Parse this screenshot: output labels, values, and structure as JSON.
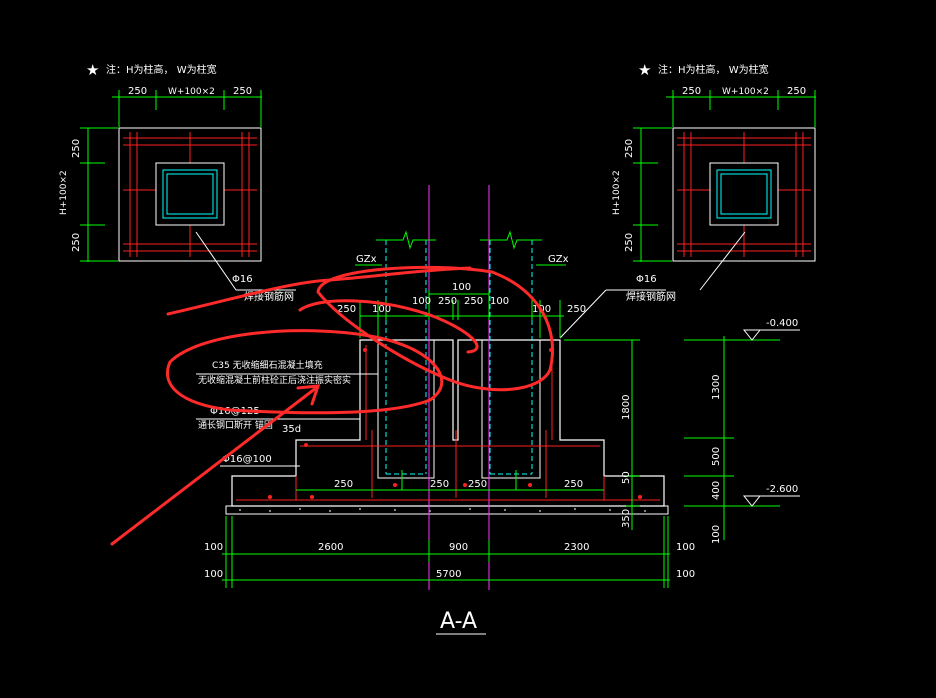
{
  "notes": {
    "left_title": "注：H为柱高， W为柱宽",
    "right_title": "注：H为柱高， W为柱宽",
    "star": "★"
  },
  "plan_dims": {
    "top_a": "250",
    "top_mid": "W+100×2",
    "top_b": "250",
    "side_a": "250",
    "side_mid": "H+100×2",
    "side_b": "250"
  },
  "labels": {
    "rebar_left": "Φ16",
    "mesh_left": "焊接钢筋网",
    "rebar_right": "Φ16",
    "mesh_right": "焊接钢筋网",
    "gz_left": "GZx",
    "gz_right": "GZx",
    "fill_line1": "C35 无收缩细石混凝土填充",
    "fill_line2": "无收缩混凝土前柱砼正后浇注振实密实",
    "stirrup": "Φ16@125",
    "stirrup_note": "通长钢口斯开 锚固",
    "anchor": "35d",
    "bottom_rebar": "Φ16@100",
    "section_title": "A-A"
  },
  "section_dims": {
    "top_100": "100",
    "left_250": "250",
    "left_100": "100",
    "mid_100a": "100",
    "mid_250": "250",
    "mid_250b": "250",
    "mid_100b": "100",
    "right_100": "100",
    "right_250": "250",
    "base_250_left": "250",
    "base_250_mid": "250",
    "base_250_mid2": "250",
    "base_250_right": "250",
    "height_1800": "1800",
    "height_50": "50",
    "height_350": "350",
    "right_1300": "1300",
    "right_500": "500",
    "right_400": "400",
    "elev_top": "-0.400",
    "elev_bottom": "-2.600"
  },
  "bottom_dims": {
    "left_100a": "100",
    "left_100b": "100",
    "span_left": "2600",
    "span_mid": "900",
    "span_right": "2300",
    "right_100a": "100",
    "right_100b": "100",
    "total": "5700"
  },
  "colors": {
    "background": "#000000",
    "dimension": "#00ff00",
    "rebar": "#ff0000",
    "outline": "#ffffff",
    "column_bar": "#00ffff",
    "axis": "#ff00ff",
    "markup": "#ff2a2a",
    "magenta_line": "#ff33ff"
  }
}
